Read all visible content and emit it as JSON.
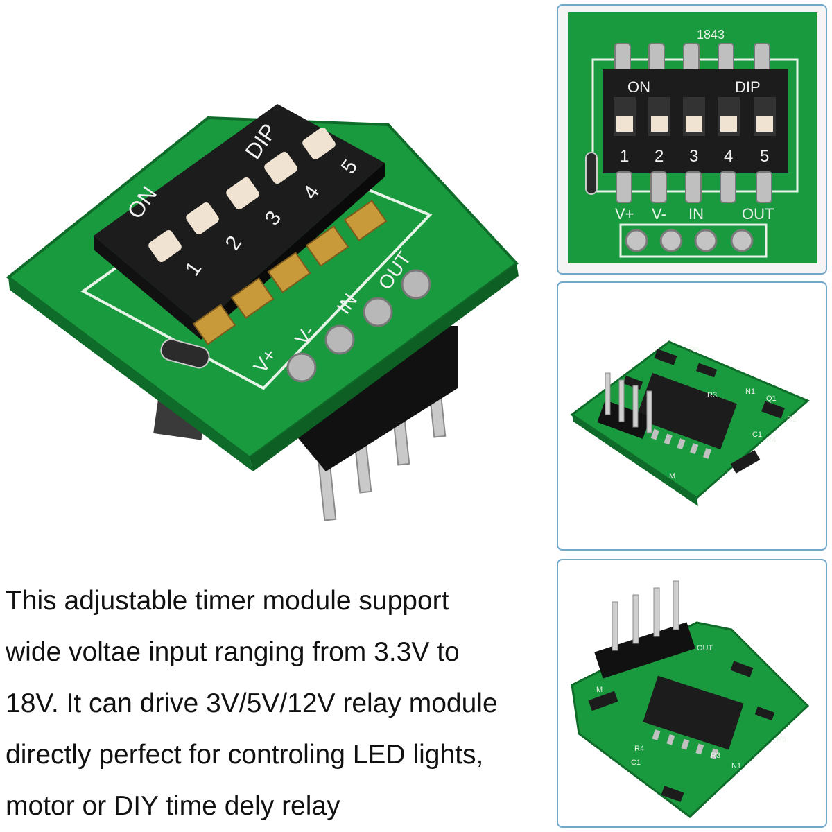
{
  "main_photo": {
    "switch_label_on": "ON",
    "switch_label_dip": "DIP",
    "switch_numbers": [
      "1",
      "2",
      "3",
      "4",
      "5"
    ],
    "pin_labels": [
      "V+",
      "V-",
      "IN",
      "OUT"
    ]
  },
  "top_panel": {
    "board_code": "1843",
    "switch_label_on": "ON",
    "switch_label_dip": "DIP",
    "switch_numbers": [
      "1",
      "2",
      "3",
      "4",
      "5"
    ],
    "pin_labels": [
      "V+",
      "V-",
      "IN",
      "OUT"
    ]
  },
  "mid_panel": {
    "labels": [
      "R5",
      "R3",
      "Q1",
      "R2",
      "C1",
      "R4",
      "N1",
      "M"
    ]
  },
  "bottom_panel": {
    "labels": [
      "OUT",
      "R3",
      "R5",
      "N1",
      "C1",
      "R4",
      "M"
    ]
  },
  "description": {
    "lines": [
      "This adjustable timer module support",
      "wide voltae input ranging from 3.3V to",
      "18V. It can drive 3V/5V/12V relay module",
      " directly perfect for controling LED lights,",
      " motor or DIY time dely relay"
    ]
  },
  "colors": {
    "pcb_green": "#1a9a3e",
    "switch_black": "#1c1c1c",
    "switch_knob": "#f1e3d2",
    "gold_pad": "#c99a3a",
    "panel_border": "#6fa8c9"
  }
}
